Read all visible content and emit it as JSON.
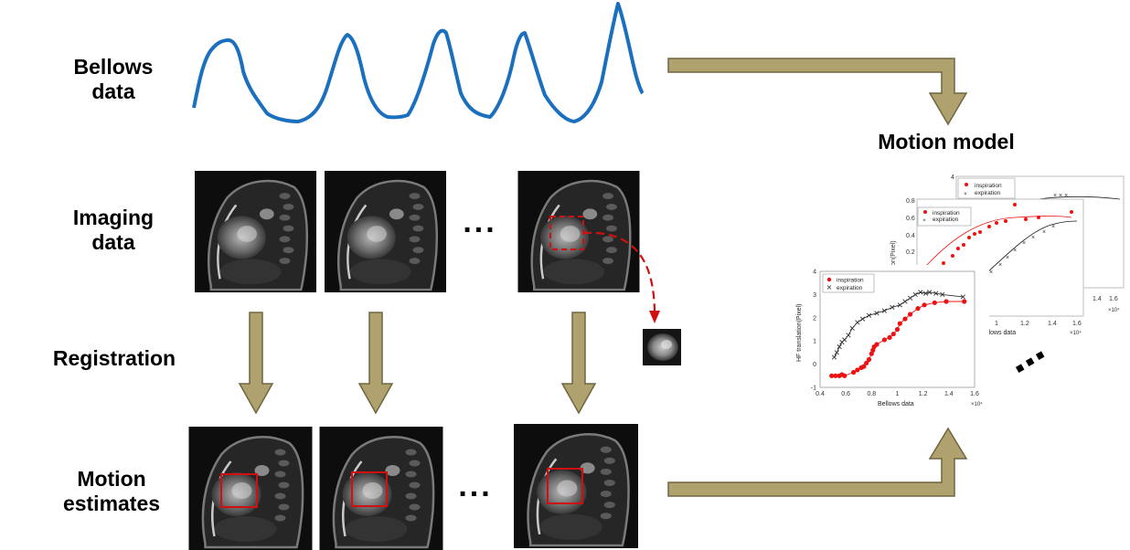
{
  "labels": {
    "bellows_line1": "Bellows",
    "bellows_line2": "data",
    "imaging_line1": "Imaging",
    "imaging_line2": "data",
    "registration": "Registration",
    "motion_line1": "Motion",
    "motion_line2": "estimates",
    "motion_model": "Motion model"
  },
  "ellipsis": "...",
  "colors": {
    "signal": "#1a6fbf",
    "arrow_fill": "#b0a26e",
    "arrow_stroke": "#6f6640",
    "roi": "#d01010",
    "inspiration": "#ee1111",
    "expiration": "#333333"
  },
  "chart_data": [
    {
      "type": "scatter",
      "title": "",
      "xlabel": "Bellows data",
      "ylabel": "HF translation(Pixel)",
      "x_exponent": "×10⁴",
      "xlim": [
        0.4,
        1.6
      ],
      "ylim": [
        -1,
        4
      ],
      "xticks": [
        "0.4",
        "0.6",
        "0.8",
        "1",
        "1.2",
        "1.4",
        "1.6"
      ],
      "yticks": [
        "-1",
        "0",
        "1",
        "2",
        "3",
        "4"
      ],
      "legend": [
        "inspiration",
        "expiration"
      ],
      "legend_position": "top-left",
      "series": [
        {
          "name": "inspiration",
          "marker": "dot",
          "points": [
            [
              0.49,
              -0.5
            ],
            [
              0.52,
              -0.5
            ],
            [
              0.55,
              -0.5
            ],
            [
              0.57,
              -0.45
            ],
            [
              0.59,
              -0.5
            ],
            [
              0.66,
              -0.35
            ],
            [
              0.69,
              -0.25
            ],
            [
              0.72,
              -0.15
            ],
            [
              0.74,
              -0.1
            ],
            [
              0.76,
              0.05
            ],
            [
              0.78,
              0.2
            ],
            [
              0.8,
              0.45
            ],
            [
              0.81,
              0.6
            ],
            [
              0.82,
              0.75
            ],
            [
              0.84,
              0.85
            ],
            [
              0.9,
              1.05
            ],
            [
              0.94,
              1.15
            ],
            [
              0.97,
              1.3
            ],
            [
              1.0,
              1.5
            ],
            [
              1.02,
              1.75
            ],
            [
              1.06,
              1.95
            ],
            [
              1.1,
              2.15
            ],
            [
              1.16,
              2.4
            ],
            [
              1.21,
              2.55
            ],
            [
              1.29,
              2.65
            ],
            [
              1.38,
              2.7
            ],
            [
              1.52,
              2.7
            ]
          ]
        },
        {
          "name": "expiration",
          "marker": "x",
          "points": [
            [
              0.51,
              0.3
            ],
            [
              0.53,
              0.5
            ],
            [
              0.55,
              0.75
            ],
            [
              0.57,
              0.95
            ],
            [
              0.59,
              1.05
            ],
            [
              0.62,
              1.25
            ],
            [
              0.65,
              1.55
            ],
            [
              0.69,
              1.8
            ],
            [
              0.73,
              1.95
            ],
            [
              0.78,
              2.1
            ],
            [
              0.84,
              2.2
            ],
            [
              0.9,
              2.3
            ],
            [
              0.96,
              2.45
            ],
            [
              1.02,
              2.55
            ],
            [
              1.06,
              2.7
            ],
            [
              1.1,
              2.85
            ],
            [
              1.14,
              3.0
            ],
            [
              1.18,
              3.1
            ],
            [
              1.22,
              3.05
            ],
            [
              1.25,
              3.1
            ],
            [
              1.3,
              3.05
            ],
            [
              1.35,
              3.0
            ],
            [
              1.51,
              2.9
            ]
          ]
        }
      ]
    }
  ]
}
